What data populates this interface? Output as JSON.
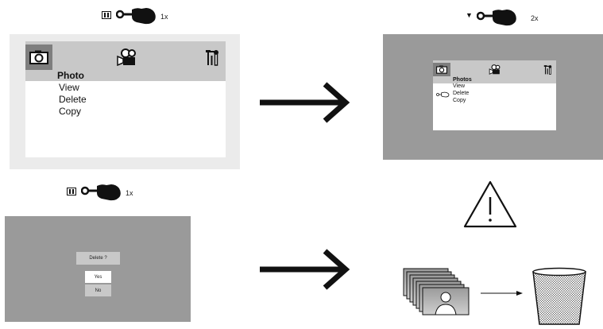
{
  "step1": {
    "button_icon": "pause-button-icon",
    "press_count": "1x",
    "menu": {
      "tabs": [
        "camera-icon",
        "video-camera-icon",
        "tools-icon"
      ],
      "items": [
        "Photo",
        "View",
        "Delete",
        "Copy"
      ],
      "selected": "Photo"
    }
  },
  "step2": {
    "button_icon": "down-arrow-button-icon",
    "button_glyph": "▼",
    "press_count": "2x",
    "menu": {
      "tabs": [
        "camera-icon",
        "video-camera-icon",
        "tools-icon"
      ],
      "items": [
        "Photos",
        "View",
        "Delete",
        "Copy"
      ],
      "selected": "Photos",
      "pointer_item": "Delete"
    }
  },
  "step3": {
    "button_icon": "pause-button-icon",
    "press_count": "1x",
    "dialog": {
      "prompt": "Delete ?",
      "options": [
        "Yes",
        "No"
      ],
      "selected": "Yes"
    }
  },
  "result": {
    "warning_icon": "warning-triangle-icon",
    "photos_icon": "photo-stack-icon",
    "trash_icon": "trash-bin-icon"
  },
  "colors": {
    "panel_gray": "#9a9a9a",
    "panel_light": "#ebebeb",
    "highlight": "#c8c8c8",
    "dark": "#111111"
  }
}
